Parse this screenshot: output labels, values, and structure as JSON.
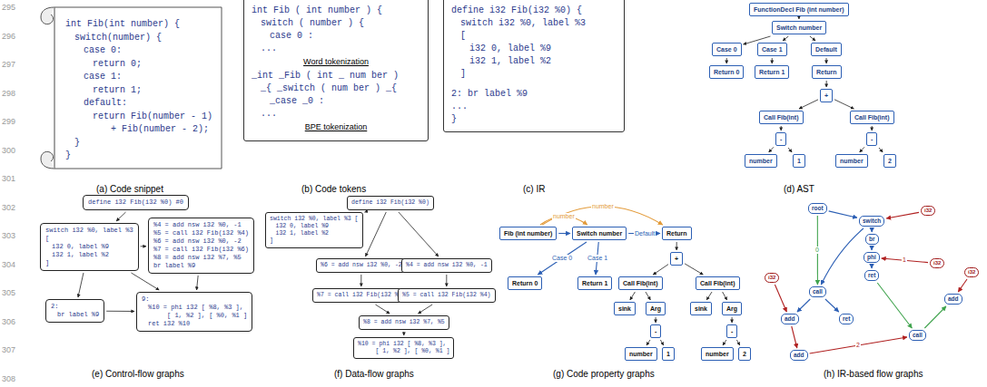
{
  "diagram": {
    "nodes": [
      {
        "text": [
          "int Fib(int number) {",
          "switch(number) {",
          "case 0:",
          "return 0;",
          "case 1:",
          "return 1;",
          "default:",
          "return Fib(number - 1)",
          "+ Fib(number - 2);",
          "}",
          "}"
        ]
      },
      {
        "text": [
          "int Fib ( int number ) {",
          "switch ( number ) {",
          "case 0 :",
          "...",
          "Word tokenization",
          "_int _Fib ( int _ num ber )",
          "_{ _switch ( num ber ) _{",
          "_case _0 :",
          "...",
          "BPE tokenization"
        ]
      },
      {
        "text": [
          "define i32 Fib(i32 %0) {",
          "switch i32 %0, label %3",
          "[",
          "i32 0, label %9",
          "i32 1, label %2",
          "]",
          "2: br label %9",
          "...",
          "}"
        ]
      },
      {
        "text": [
          "FunctionDecl Fib (int number)"
        ]
      },
      {
        "text": [
          "Switch number"
        ]
      },
      {
        "text": [
          "Case 0"
        ]
      },
      {
        "text": [
          "Case 1"
        ]
      },
      {
        "text": [
          "Default"
        ]
      },
      {
        "text": [
          "Return 0"
        ]
      },
      {
        "text": [
          "Return 1"
        ]
      },
      {
        "text": [
          "Return"
        ]
      },
      {
        "text": [
          "+"
        ]
      },
      {
        "text": [
          "Call Fib(int)"
        ]
      },
      {
        "text": [
          "Call Fib(int)"
        ]
      },
      {
        "text": [
          "-"
        ]
      },
      {
        "text": [
          "-"
        ]
      },
      {
        "text": [
          "number"
        ]
      },
      {
        "text": [
          "1"
        ]
      },
      {
        "text": [
          "number"
        ]
      },
      {
        "text": [
          "2"
        ]
      },
      {
        "text": [
          "define i32 Fib(i32 %0) #0"
        ]
      },
      {
        "text": [
          "switch i32 %0, label %3",
          "[",
          "i32 0, label %9",
          "i32 1, label %2",
          "]"
        ]
      },
      {
        "text": [
          "%4 = add nsw i32 %0, -1",
          "%5 = call i32 Fib(i32 %4)",
          "%6 = add nsw i32 %0, -2",
          "%7 = call i32 Fib(i32 %6)",
          "%8 = add nsw i32 %7, %5",
          "br label %9"
        ]
      },
      {
        "text": [
          "2:",
          "br label %9"
        ]
      },
      {
        "text": [
          "9:",
          "%10 = phi i32 [ %8, %3 ],",
          "[ 1, %2 ], [ %0, %1 ]",
          "ret i32 %10"
        ]
      },
      {
        "text": [
          "define i32 Fib(i32 %0)"
        ]
      },
      {
        "text": [
          "switch i32 %0, label %3 [",
          "i32 0, label %9",
          "i32 1, label %2",
          "]"
        ]
      },
      {
        "text": [
          "%6 = add nsw i32 %0, -2"
        ]
      },
      {
        "text": [
          "%4 = add nsw i32 %0, -1"
        ]
      },
      {
        "text": [
          "%7 = call i32 Fib(i32 %6)"
        ]
      },
      {
        "text": [
          "%5 = call i32 Fib(i32 %4)"
        ]
      },
      {
        "text": [
          "%8 = add nsw i32 %7, %5"
        ]
      },
      {
        "text": [
          "%10 = phi i32 [ %8, %3 ],",
          "[ 1, %2 ], [ %0, %1 ]"
        ]
      },
      {
        "text": [
          "Fib (int number)"
        ]
      },
      {
        "text": [
          "Switch number"
        ]
      },
      {
        "text": [
          "Return"
        ]
      },
      {
        "text": [
          "Return 0"
        ]
      },
      {
        "text": [
          "Return 1"
        ]
      },
      {
        "text": [
          "+"
        ]
      },
      {
        "text": [
          "Call Fib(int)"
        ]
      },
      {
        "text": [
          "Call Fib(int)"
        ]
      },
      {
        "text": [
          "sink"
        ]
      },
      {
        "text": [
          "Arg"
        ]
      },
      {
        "text": [
          "sink"
        ]
      },
      {
        "text": [
          "Arg"
        ]
      },
      {
        "text": [
          "-"
        ]
      },
      {
        "text": [
          "-"
        ]
      },
      {
        "text": [
          "number"
        ]
      },
      {
        "text": [
          "1"
        ]
      },
      {
        "text": [
          "number"
        ]
      },
      {
        "text": [
          "2"
        ]
      },
      {
        "text": [
          "root"
        ]
      },
      {
        "text": [
          "switch"
        ]
      },
      {
        "text": [
          "br"
        ]
      },
      {
        "text": [
          "phi"
        ]
      },
      {
        "text": [
          "ret"
        ]
      },
      {
        "text": [
          "call"
        ]
      },
      {
        "text": [
          "add"
        ]
      },
      {
        "text": [
          "ret"
        ]
      },
      {
        "text": [
          "add"
        ]
      },
      {
        "text": [
          "call"
        ]
      },
      {
        "text": [
          "add"
        ]
      },
      {
        "text": [
          "i32"
        ]
      },
      {
        "text": [
          "i32"
        ]
      },
      {
        "text": [
          "i32"
        ]
      },
      {
        "text": [
          "i32"
        ]
      }
    ],
    "edges": [
      {
        "from": 3,
        "to": 4,
        "arrow": "to"
      },
      {
        "from": 4,
        "to": 5,
        "arrow": "to"
      },
      {
        "from": 4,
        "to": 6,
        "arrow": "to"
      },
      {
        "from": 4,
        "to": 7,
        "arrow": "to"
      },
      {
        "from": 5,
        "to": 8,
        "arrow": "to"
      },
      {
        "from": 6,
        "to": 9,
        "arrow": "to"
      },
      {
        "from": 7,
        "to": 10,
        "arrow": "to"
      },
      {
        "from": 10,
        "to": 11,
        "arrow": "to"
      },
      {
        "from": 11,
        "to": 12,
        "arrow": "to"
      },
      {
        "from": 11,
        "to": 13,
        "arrow": "to"
      },
      {
        "from": 12,
        "to": 14,
        "arrow": "to"
      },
      {
        "from": 13,
        "to": 15,
        "arrow": "to"
      },
      {
        "from": 14,
        "to": 16,
        "arrow": "to"
      },
      {
        "from": 14,
        "to": 17,
        "arrow": "to"
      },
      {
        "from": 15,
        "to": 18,
        "arrow": "to"
      },
      {
        "from": 15,
        "to": 19,
        "arrow": "to"
      },
      {
        "from": 20,
        "to": 21,
        "arrow": "to"
      },
      {
        "from": 21,
        "to": 22,
        "arrow": "to"
      },
      {
        "from": 21,
        "to": 23,
        "arrow": "to"
      },
      {
        "from": 21,
        "to": 24,
        "arrow": "to"
      },
      {
        "from": 22,
        "to": 24,
        "arrow": "to"
      },
      {
        "from": 23,
        "to": 24,
        "arrow": "to"
      },
      {
        "from": 25,
        "to": 26,
        "arrow": "to"
      },
      {
        "from": 25,
        "to": 27,
        "arrow": "to"
      },
      {
        "from": 25,
        "to": 28,
        "arrow": "to"
      },
      {
        "from": 27,
        "to": 29,
        "arrow": "to"
      },
      {
        "from": 28,
        "to": 30,
        "arrow": "to"
      },
      {
        "from": 29,
        "to": 31,
        "arrow": "to"
      },
      {
        "from": 30,
        "to": 31,
        "arrow": "to"
      },
      {
        "from": 31,
        "to": 32,
        "arrow": "to"
      },
      {
        "from": 33,
        "to": 34,
        "arrow": "to"
      },
      {
        "from": 34,
        "to": 36,
        "label": "Case 0",
        "arrow": "to"
      },
      {
        "from": 34,
        "to": 37,
        "label": "Case 1",
        "arrow": "to"
      },
      {
        "from": 34,
        "to": 35,
        "label": "Default",
        "arrow": "to"
      },
      {
        "from": 35,
        "to": 38,
        "arrow": "to"
      },
      {
        "from": 38,
        "to": 39,
        "arrow": "to"
      },
      {
        "from": 38,
        "to": 40,
        "arrow": "to"
      },
      {
        "from": 39,
        "to": 41,
        "arrow": "to"
      },
      {
        "from": 39,
        "to": 42,
        "arrow": "to"
      },
      {
        "from": 40,
        "to": 43,
        "arrow": "to"
      },
      {
        "from": 40,
        "to": 44,
        "arrow": "to"
      },
      {
        "from": 42,
        "to": 45,
        "arrow": "to"
      },
      {
        "from": 44,
        "to": 46,
        "arrow": "to"
      },
      {
        "from": 45,
        "to": 47,
        "arrow": "to"
      },
      {
        "from": 45,
        "to": 48,
        "arrow": "to"
      },
      {
        "from": 46,
        "to": 49,
        "arrow": "to"
      },
      {
        "from": 46,
        "to": 50,
        "arrow": "to"
      },
      {
        "from": 33,
        "to": 34,
        "label": "number",
        "arrow": "to"
      },
      {
        "from": 33,
        "to": 35,
        "label": "number",
        "arrow": "to"
      },
      {
        "from": 51,
        "to": 52,
        "arrow": "to"
      },
      {
        "from": 52,
        "to": 53,
        "arrow": "to"
      },
      {
        "from": 53,
        "to": 54,
        "arrow": "to"
      },
      {
        "from": 54,
        "to": 55,
        "arrow": "to"
      },
      {
        "from": 52,
        "to": 56,
        "arrow": "to"
      },
      {
        "from": 56,
        "to": 57,
        "arrow": "to"
      },
      {
        "from": 56,
        "to": 58,
        "arrow": "to"
      },
      {
        "from": 51,
        "to": 56,
        "label": "0",
        "arrow": "to"
      },
      {
        "from": 55,
        "to": 60,
        "arrow": "to"
      },
      {
        "from": 60,
        "to": 59,
        "arrow": "to"
      },
      {
        "from": 62,
        "to": 52,
        "arrow": "to"
      },
      {
        "from": 63,
        "to": 54,
        "label": "1",
        "arrow": "to"
      },
      {
        "from": 64,
        "to": 59,
        "arrow": "to"
      },
      {
        "from": 65,
        "to": 57,
        "arrow": "to"
      },
      {
        "from": 57,
        "to": 61,
        "arrow": "to"
      },
      {
        "from": 61,
        "to": 60,
        "label": "2",
        "arrow": "to"
      }
    ],
    "labels": [
      "295",
      "296",
      "297",
      "298",
      "299",
      "300",
      "301",
      "302",
      "303",
      "304",
      "305",
      "306",
      "307",
      "308",
      "(a) Code snippet",
      "(b) Code tokens",
      "(c) IR",
      "(d) AST",
      "(e) Control-flow graphs",
      "(f) Data-flow graphs",
      "(g) Code property graphs",
      "(h) IR-based flow graphs"
    ]
  }
}
